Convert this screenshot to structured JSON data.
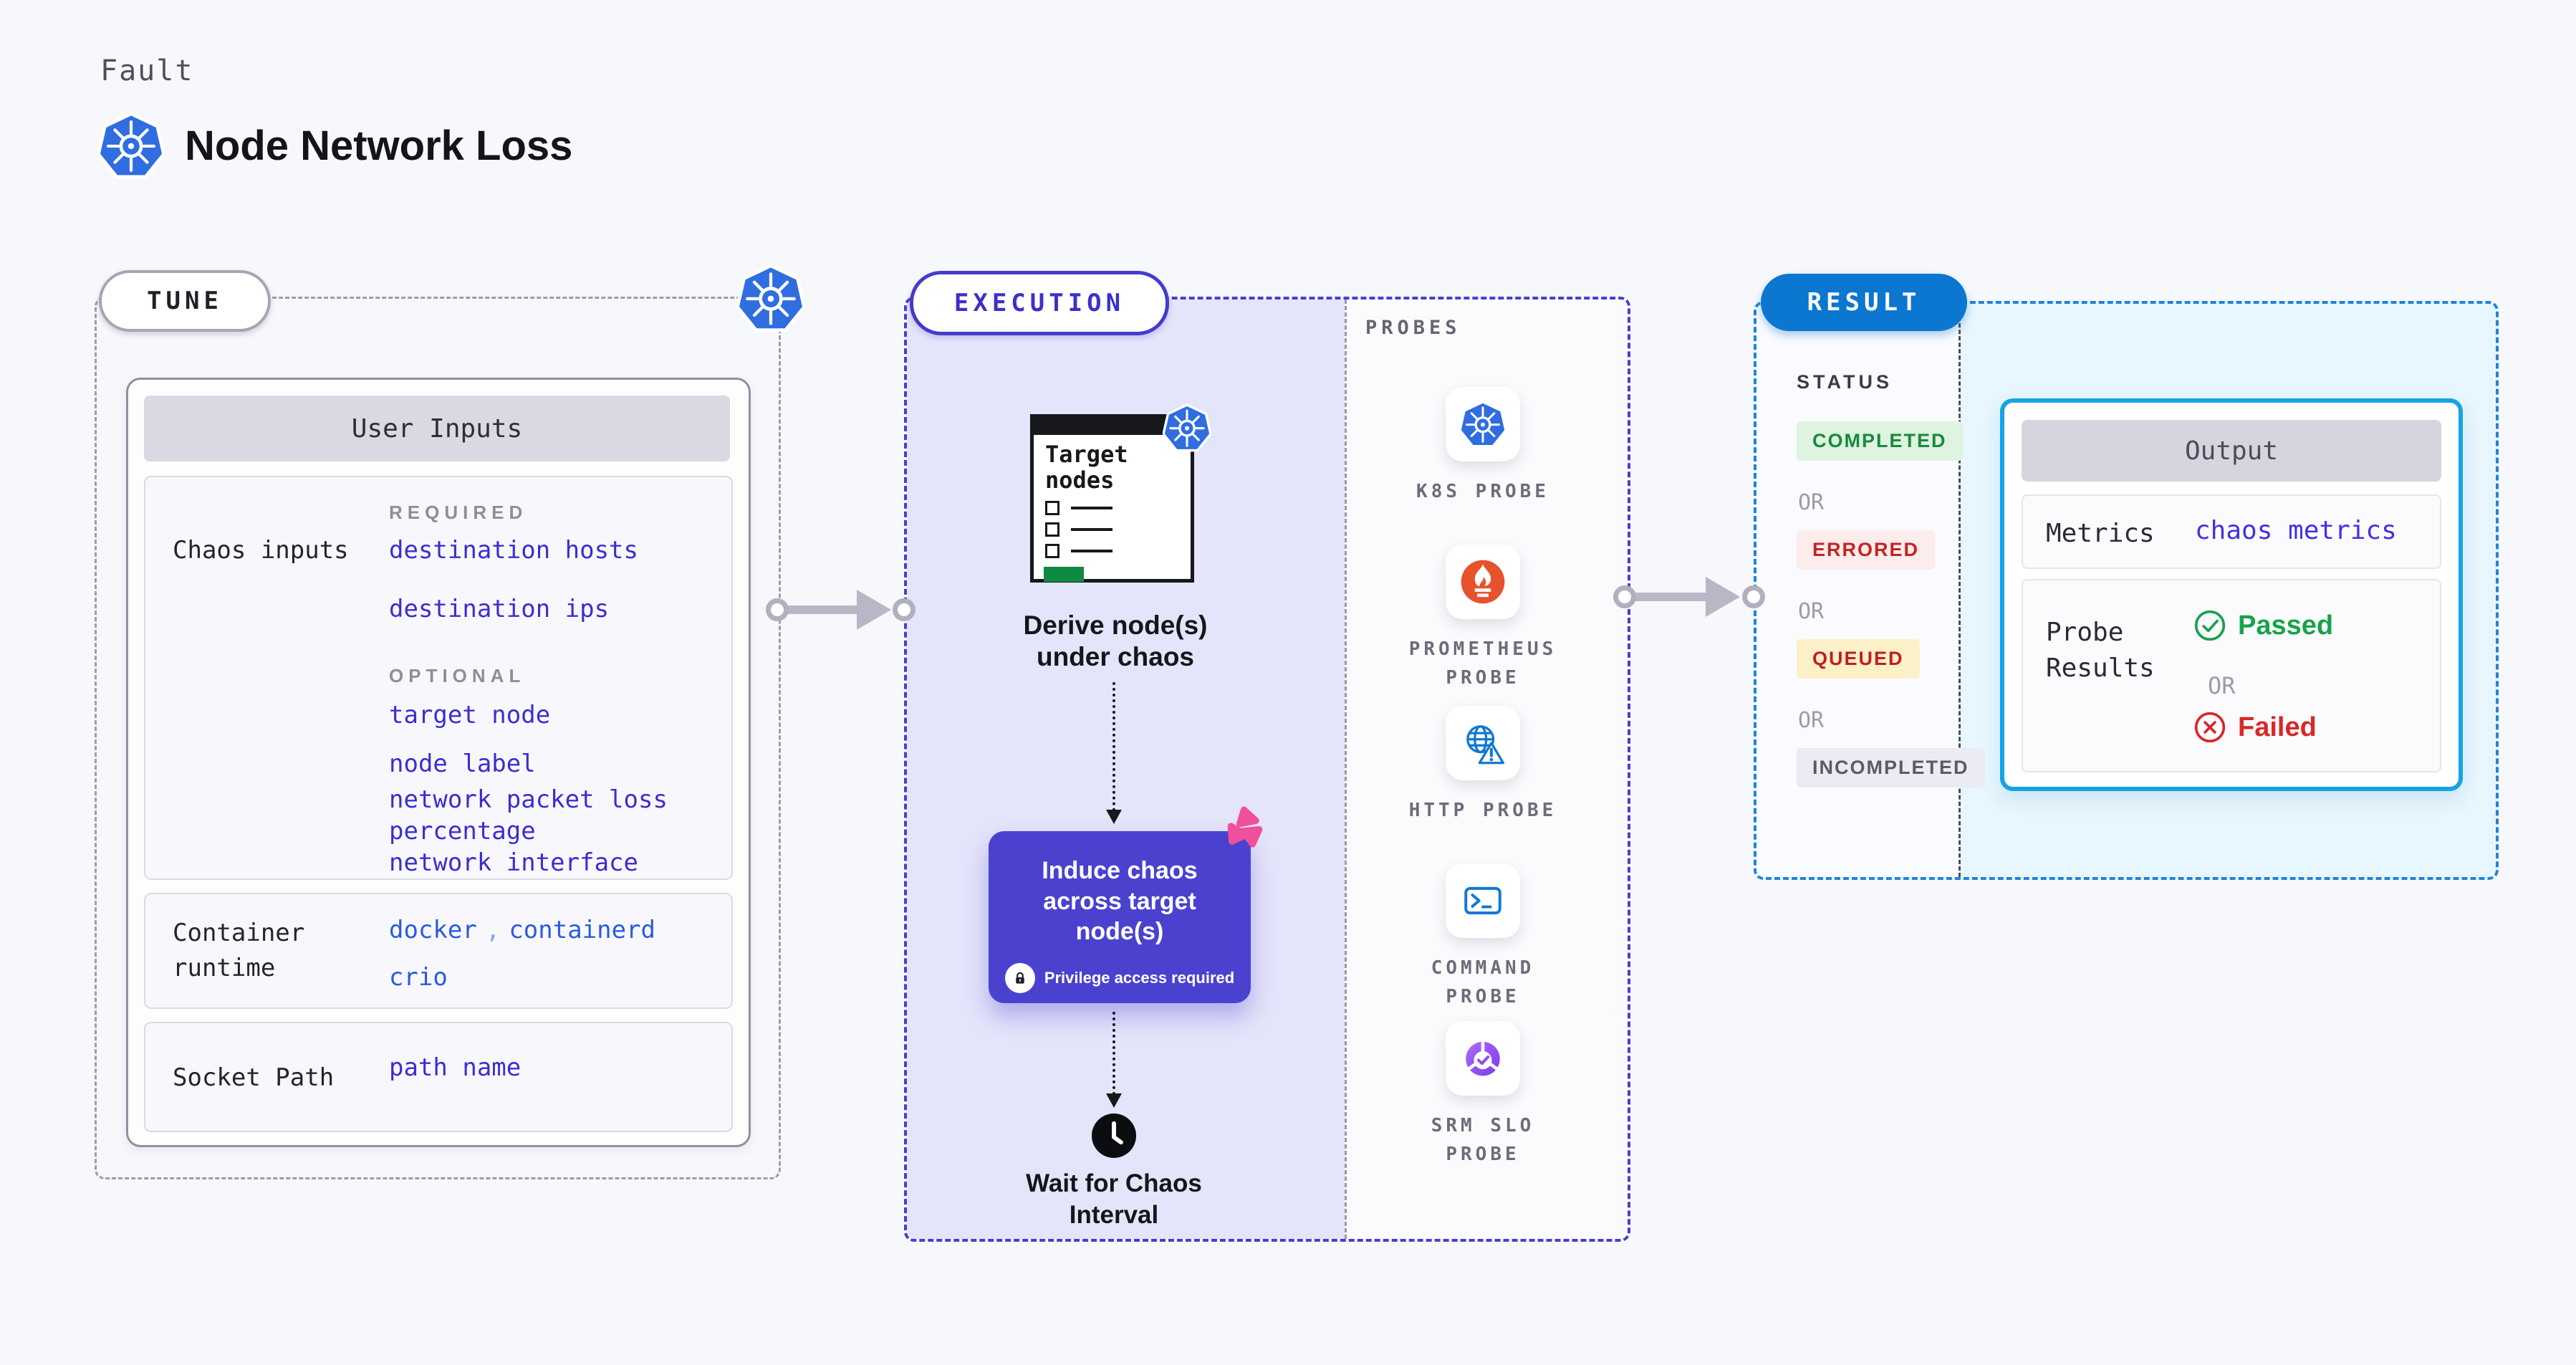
{
  "header": {
    "kicker": "Fault",
    "title": "Node Network Loss"
  },
  "tune": {
    "label": "TUNE",
    "card_title": "User Inputs",
    "chaos_inputs": {
      "label": "Chaos inputs",
      "required_heading": "REQUIRED",
      "required": [
        {
          "label": "destination hosts"
        },
        {
          "label": "destination ips"
        }
      ],
      "optional_heading": "OPTIONAL",
      "optional": [
        {
          "label": "target node"
        },
        {
          "label": "node label"
        },
        {
          "label": "network packet loss percentage"
        },
        {
          "label": "network interface"
        }
      ]
    },
    "container_runtime": {
      "label": "Container runtime",
      "values": [
        "docker",
        "containerd",
        "crio"
      ],
      "separator": ","
    },
    "socket_path": {
      "label": "Socket Path",
      "value": "path name"
    }
  },
  "execution": {
    "label": "EXECUTION",
    "target_card": {
      "title": "Target nodes"
    },
    "derive_caption": "Derive node(s) under chaos",
    "induce": {
      "title": "Induce chaos across target node(s)",
      "privilege_note": "Privilege access required"
    },
    "wait_caption": "Wait for Chaos Interval"
  },
  "probes": {
    "label": "PROBES",
    "items": [
      {
        "label": "K8S PROBE",
        "icon": "kubernetes-icon"
      },
      {
        "label": "PROMETHEUS PROBE",
        "icon": "prometheus-icon"
      },
      {
        "label": "HTTP PROBE",
        "icon": "http-globe-warning-icon"
      },
      {
        "label": "COMMAND PROBE",
        "icon": "terminal-icon"
      },
      {
        "label": "SRM SLO PROBE",
        "icon": "slo-donut-check-icon"
      }
    ]
  },
  "result": {
    "label": "RESULT",
    "status_heading": "STATUS",
    "or_label": "OR",
    "statuses": [
      {
        "label": "COMPLETED",
        "fg": "#168a3d",
        "bg": "#def3e0"
      },
      {
        "label": "ERRORED",
        "fg": "#c52323",
        "bg": "#fcecec"
      },
      {
        "label": "QUEUED",
        "fg": "#c01f1f",
        "bg": "#fcf0c9"
      },
      {
        "label": "INCOMPLETED",
        "fg": "#5a5a68",
        "bg": "#ebebf3"
      }
    ],
    "output": {
      "title": "Output",
      "metrics_label": "Metrics",
      "metrics_value": "chaos metrics",
      "probe_results_label": "Probe Results",
      "passed_label": "Passed",
      "or_label": "OR",
      "failed_label": "Failed"
    }
  },
  "colors": {
    "page_bg": "#f7f8fc",
    "kubernetes_blue": "#2f6de0",
    "accent_indigo": "#4a3ecf",
    "execution_bg": "#e4e4fa",
    "induce_bg": "#4a42cf",
    "litmus_pink": "#f0509b",
    "prometheus_orange": "#e6522c",
    "slo_purple": "#8b4bf0",
    "link_indigo": "#3a2ed2",
    "link_blue": "#2a5be0",
    "result_blue": "#0b77d0",
    "output_border": "#14a4e3",
    "passed_green": "#17a34a",
    "failed_red": "#da2727",
    "target_green": "#0e8a40"
  }
}
